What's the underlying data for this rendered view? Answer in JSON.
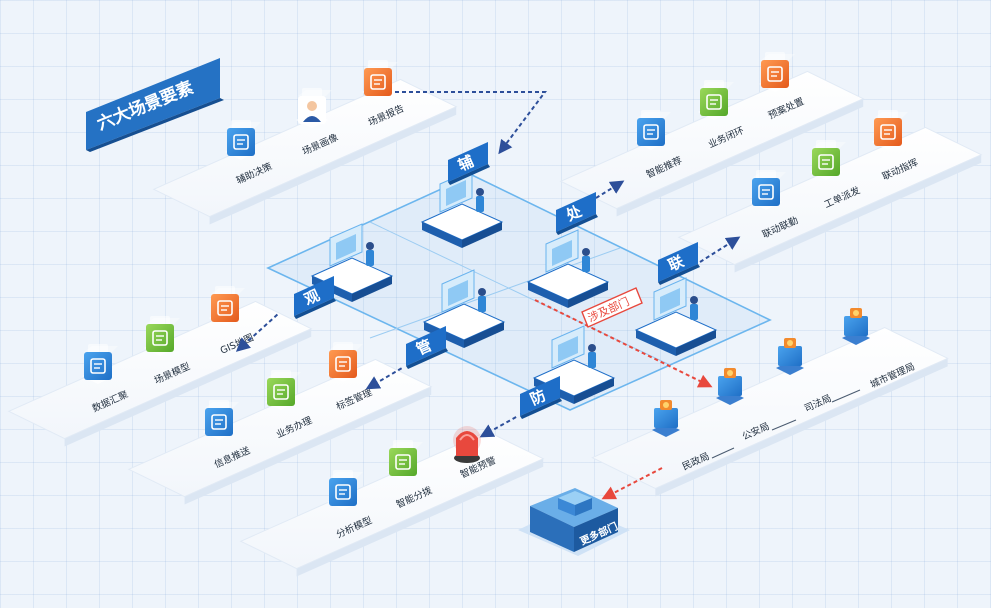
{
  "title": "六大场景要素",
  "central_labels": {
    "fu": "辅",
    "chu": "处",
    "lian": "联",
    "guan_observe": "观",
    "guan_manage": "管",
    "fang": "防"
  },
  "panels": {
    "fu": [
      "辅助决策",
      "场景画像",
      "场景报告"
    ],
    "chu": [
      "智能推荐",
      "业务闭环",
      "预案处置"
    ],
    "lian": [
      "联动联勤",
      "工单派发",
      "联动指挥"
    ],
    "guan_observe": [
      "数据汇聚",
      "场景模型",
      "GIS地图"
    ],
    "guan_manage": [
      "信息推送",
      "业务办理",
      "标签管理"
    ],
    "fang": [
      "分析模型",
      "智能分拨",
      "智能预警"
    ]
  },
  "involved_tag": "涉及部门",
  "departments": [
    "民政局",
    "公安局",
    "司法局",
    "城市管理局"
  ],
  "more_departments": "更多部门",
  "colors": {
    "accent_blue": "#1e6ec8",
    "title_bg": "#2572c4",
    "icon_blue": "#2f86d6",
    "icon_green": "#6fbf3c",
    "icon_orange": "#ef6a2a",
    "alert_red": "#e8483d"
  }
}
